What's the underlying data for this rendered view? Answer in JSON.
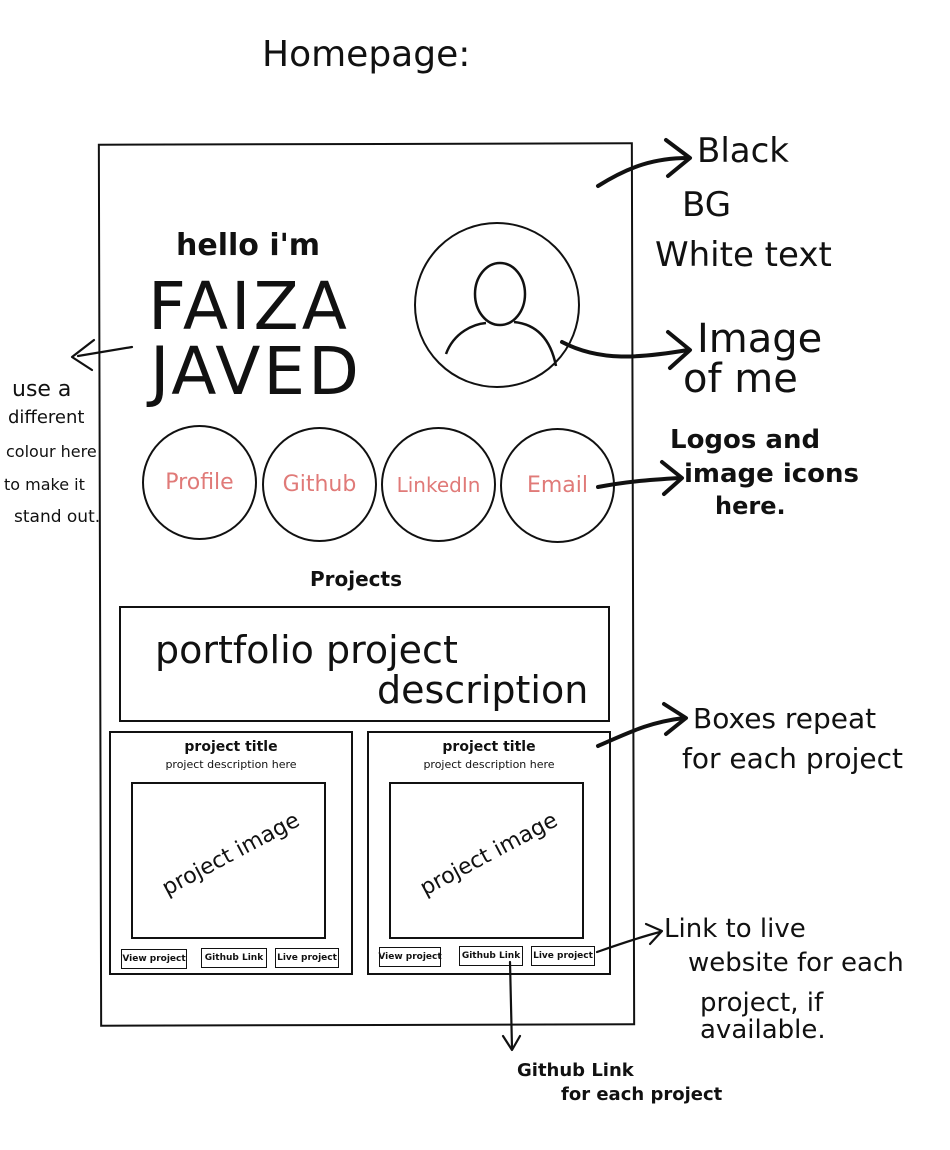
{
  "page_title": "Homepage:",
  "header": {
    "greeting": "hello i'm",
    "first_name": "FAIZA",
    "last_name": "JAVED"
  },
  "profile_image_icon": "person-icon",
  "links": [
    {
      "label": "Profile"
    },
    {
      "label": "Github"
    },
    {
      "label": "LinkedIn"
    },
    {
      "label": "Email"
    }
  ],
  "link_color": "#e07a78",
  "projects": {
    "heading": "Projects",
    "portfolio_line1": "portfolio project",
    "portfolio_line2": "description",
    "cards": [
      {
        "title": "project title",
        "description": "project description here",
        "image_label": "project image",
        "buttons": [
          "View project",
          "Github Link",
          "Live project"
        ]
      },
      {
        "title": "project title",
        "description": "project description here",
        "image_label": "project image",
        "buttons": [
          "View project",
          "Github Link",
          "Live project"
        ]
      }
    ]
  },
  "annotations": {
    "bg_line1": "Black",
    "bg_line2": "BG",
    "bg_line3": "White text",
    "image_line1": "Image",
    "image_line2": "of me",
    "logos_line1": "Logos and",
    "logos_line2": "image icons",
    "logos_line3": "here.",
    "colour_line1": "use a",
    "colour_line2": "different",
    "colour_line3": "colour here",
    "colour_line4": "to make it",
    "colour_line5": "stand out.",
    "boxes_line1": "Boxes repeat",
    "boxes_line2": "for each project",
    "live_line1": "Link to live",
    "live_line2": "website for each",
    "live_line3": "project, if available.",
    "github_line1": "Github Link",
    "github_line2": "for each project"
  }
}
